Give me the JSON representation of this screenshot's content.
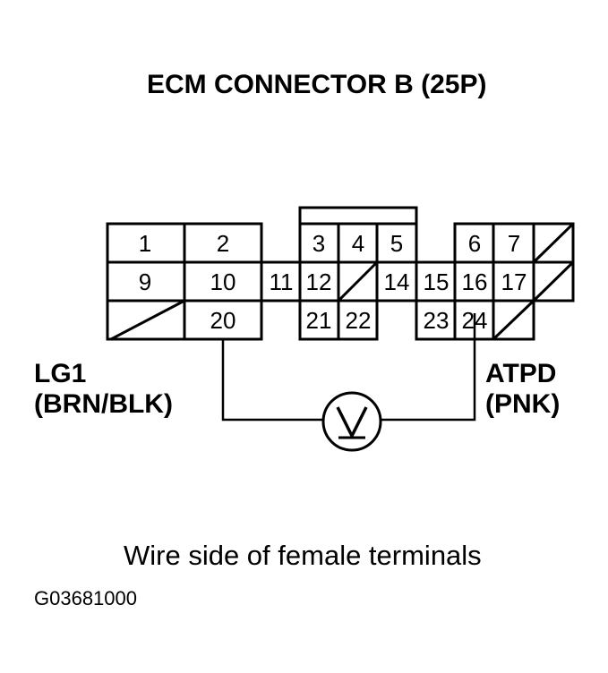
{
  "title": "ECM CONNECTOR B (25P)",
  "terminals": {
    "t1": "1",
    "t2": "2",
    "t3": "3",
    "t4": "4",
    "t5": "5",
    "t6": "6",
    "t7": "7",
    "t9": "9",
    "t10": "10",
    "t11": "11",
    "t12": "12",
    "t14": "14",
    "t15": "15",
    "t16": "16",
    "t17": "17",
    "t20": "20",
    "t21": "21",
    "t22": "22",
    "t23": "23",
    "t24": "24"
  },
  "left_wire": {
    "name": "LG1",
    "color": "(BRN/BLK)"
  },
  "right_wire": {
    "name": "ATPD",
    "color": "(PNK)"
  },
  "meter_symbol": "voltmeter-icon",
  "caption": "Wire side of female terminals",
  "figure_id": "G03681000"
}
